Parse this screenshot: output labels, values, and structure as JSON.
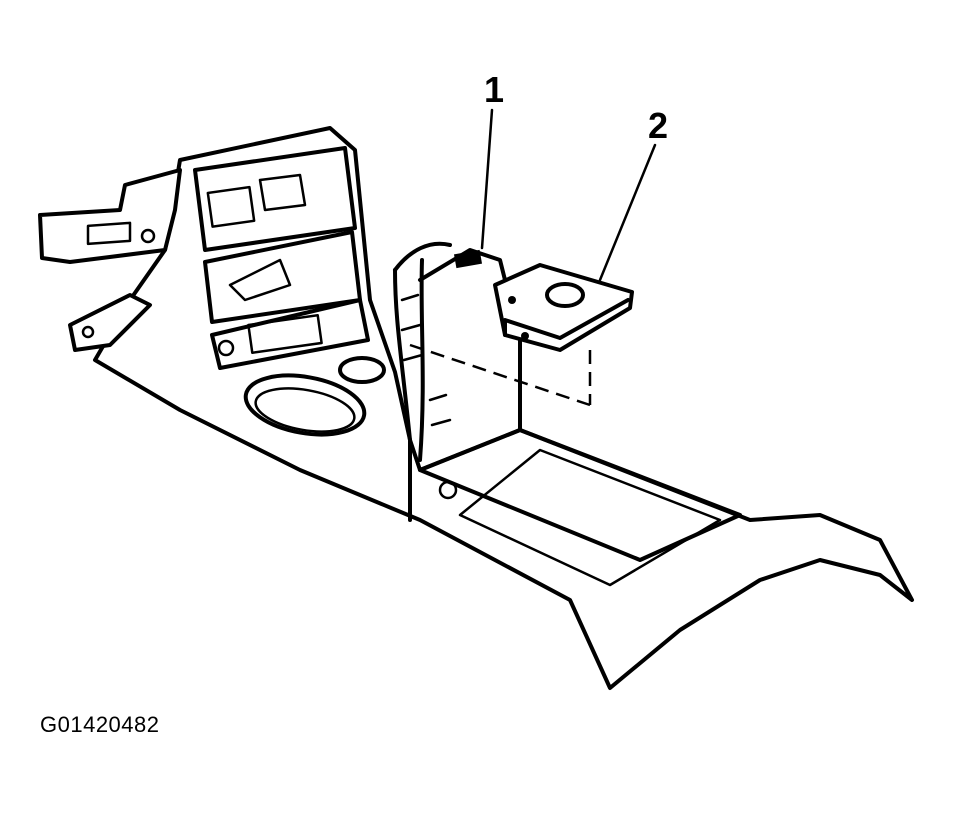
{
  "callouts": {
    "c1": "1",
    "c2": "2"
  },
  "figure_id": "G01420482"
}
